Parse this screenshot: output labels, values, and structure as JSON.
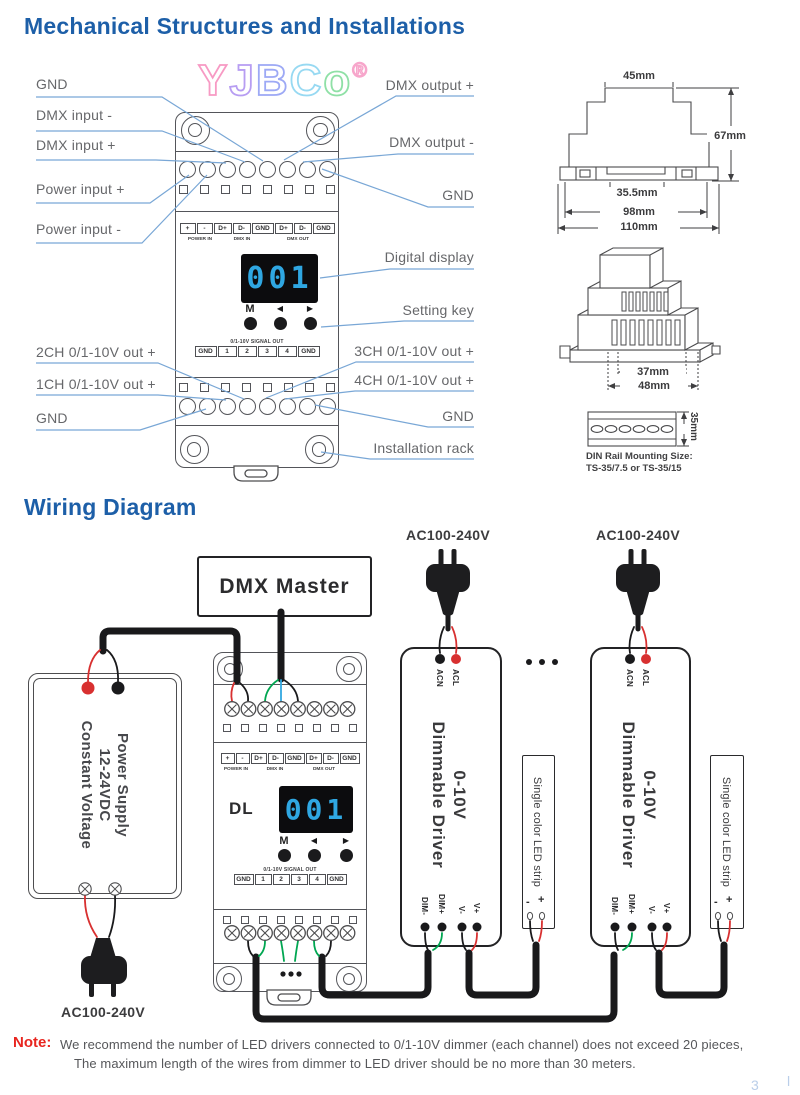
{
  "titles": {
    "mechanical": "Mechanical Structures and Installations",
    "wiring": "Wiring Diagram"
  },
  "watermark": {
    "l0": "Y",
    "l1": "J",
    "l2": "B",
    "l3": "C",
    "l4": "o",
    "reg": "®"
  },
  "mech": {
    "left": {
      "gnd_top": "GND",
      "dmx_in_neg": "DMX input -",
      "dmx_in_pos": "DMX input +",
      "pwr_pos": "Power input +",
      "pwr_neg": "Power input -",
      "ch2": "2CH 0/1-10V out +",
      "ch1": "1CH 0/1-10V out +",
      "gnd_bot": "GND"
    },
    "right": {
      "dmx_out_pos": "DMX output +",
      "dmx_out_neg": "DMX output -",
      "gnd_top": "GND",
      "display": "Digital display",
      "setting": "Setting key",
      "ch3": "3CH 0/1-10V out +",
      "ch4": "4CH 0/1-10V out +",
      "gnd_bot": "GND",
      "rack": "Installation rack"
    }
  },
  "panel": {
    "model": "DL",
    "t0": "+",
    "t1": "-",
    "t2": "D+",
    "t3": "D-",
    "t4": "GND",
    "t5": "D+",
    "t6": "D-",
    "t7": "GND",
    "g0": "POWER IN",
    "g1": "DMX IN",
    "g2": "DMX OUT",
    "display": "001",
    "key_m": "M",
    "key_prev": "◀",
    "key_next": "▶",
    "signal_title": "0/1-10V SIGNAL OUT",
    "s0": "GND",
    "s1": "1",
    "s2": "2",
    "s3": "3",
    "s4": "4",
    "s5": "GND"
  },
  "dims": {
    "front_top": "45mm",
    "front_h": "67mm",
    "front_in": "35.5mm",
    "front_mid": "98mm",
    "front_bot": "110mm",
    "side_in": "37mm",
    "side_out": "48mm",
    "rail_h": "35mm",
    "rail_cap1": "DIN Rail Mounting Size:",
    "rail_cap2": "TS-35/7.5 or TS-35/15"
  },
  "wiring": {
    "dmx_master": "DMX Master",
    "ps1": "Power Supply",
    "ps2": "12-24VDC",
    "ps3": "Constant Voltage",
    "ac": "AC100-240V",
    "drv_l1": "0-10V",
    "drv_l2": "Dimmable Driver",
    "acn": "ACN",
    "acl": "ACL",
    "dim_neg": "DIM-",
    "dim_pos": "DIM+",
    "v_neg": "V-",
    "v_pos": "V+",
    "strip": "Single color LED strip",
    "minus": "-",
    "plus": "+"
  },
  "note": {
    "label": "Note:",
    "line1": "We recommend the number of LED drivers connected to 0/1-10V dimmer (each channel) does not exceed 20 pieces,",
    "line2": "The maximum length of the wires from dimmer to LED driver should be no more than 30 meters."
  },
  "footer": {
    "m1": "3",
    "m2": "l"
  }
}
